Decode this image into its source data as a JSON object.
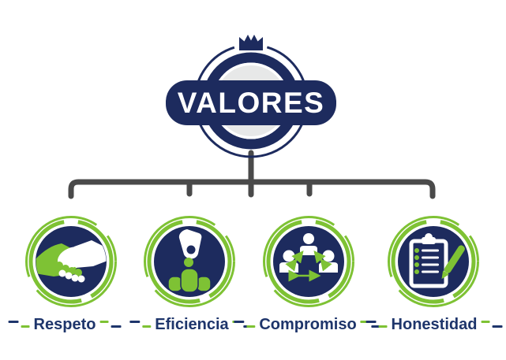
{
  "title": {
    "label": "VALORES"
  },
  "colors": {
    "navy": "#1d2b5e",
    "label-navy": "#1e356b",
    "green": "#7ec234",
    "gray": "#4a4a4a",
    "light-gray": "#e7e8e8"
  },
  "badge": {
    "icon": "crown-icon",
    "shape": "circular-seal-with-ribbon"
  },
  "values": {
    "items": [
      {
        "label": "Respeto",
        "icon": "handshake-icon"
      },
      {
        "label": "Eficiencia",
        "icon": "hand-dropping-seed-icon"
      },
      {
        "label": "Compromiso",
        "icon": "people-network-icon"
      },
      {
        "label": "Honestidad",
        "icon": "checklist-pen-icon"
      }
    ]
  }
}
